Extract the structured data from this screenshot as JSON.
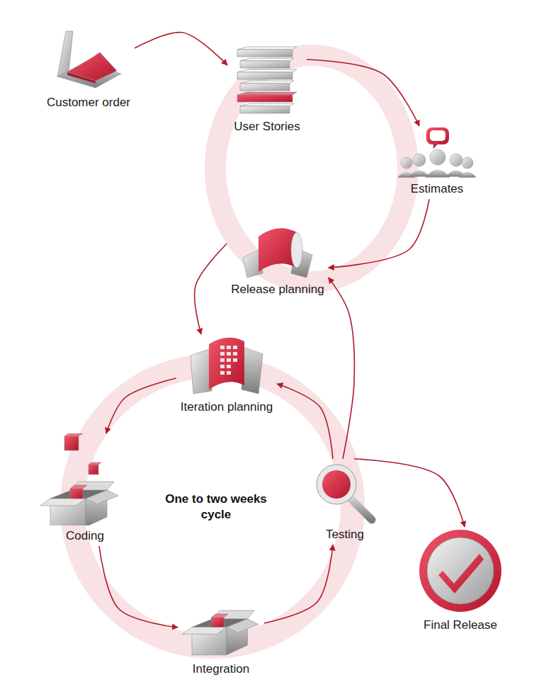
{
  "diagram": {
    "nodes": [
      {
        "text": [
          "Customer order"
        ]
      },
      {
        "text": [
          "User Stories"
        ]
      },
      {
        "text": [
          "Estimates"
        ]
      },
      {
        "text": [
          "Release planning"
        ]
      },
      {
        "text": [
          "Iteration planning"
        ]
      },
      {
        "text": [
          "Coding"
        ]
      },
      {
        "text": [
          "Integration"
        ]
      },
      {
        "text": [
          "Testing"
        ]
      },
      {
        "text": [
          "Final Release"
        ]
      }
    ],
    "edges": [
      {
        "from": 0,
        "to": 1,
        "arrow": "to"
      },
      {
        "from": 1,
        "to": 2,
        "arrow": "to"
      },
      {
        "from": 2,
        "to": 3,
        "arrow": "to"
      },
      {
        "from": 3,
        "to": 4,
        "arrow": "to"
      },
      {
        "from": 4,
        "to": 5,
        "arrow": "to"
      },
      {
        "from": 5,
        "to": 6,
        "arrow": "to"
      },
      {
        "from": 6,
        "to": 7,
        "arrow": "to"
      },
      {
        "from": 7,
        "to": 4,
        "arrow": "to"
      },
      {
        "from": 7,
        "to": 3,
        "arrow": "to"
      },
      {
        "from": 7,
        "to": 8,
        "arrow": "to"
      }
    ],
    "labels": [
      "One to two weeks cycle"
    ]
  }
}
